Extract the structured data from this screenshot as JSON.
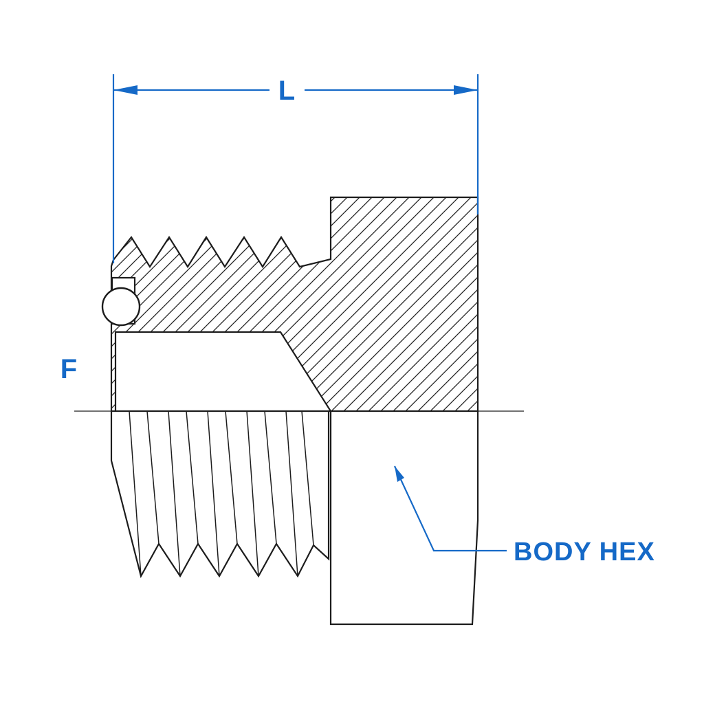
{
  "diagram": {
    "type": "technical-drawing",
    "subject": "hex-head plug fitting cross-section",
    "labels": {
      "length_dimension": "L",
      "thread_label": "F",
      "body_hex_callout": "BODY HEX"
    },
    "colors": {
      "annotation_blue": "#1569C7",
      "line_black": "#1c1c1c",
      "hatch_gray": "#222222",
      "background": "#ffffff"
    }
  }
}
